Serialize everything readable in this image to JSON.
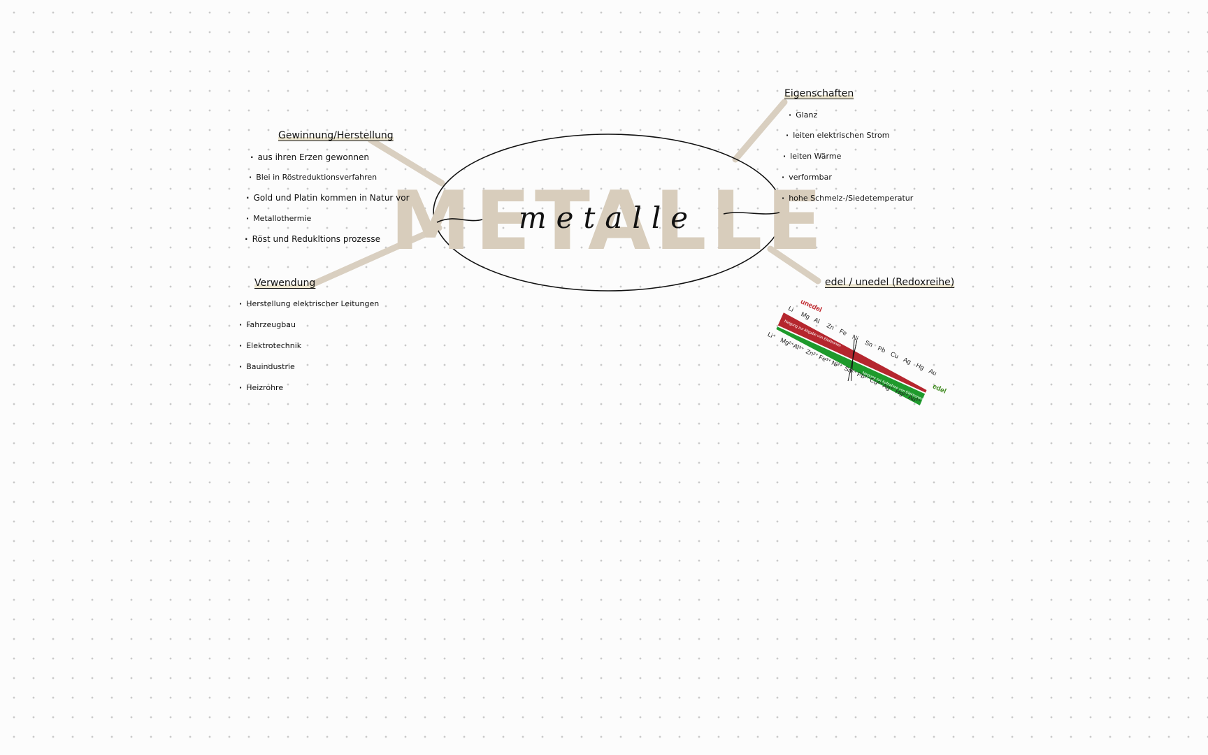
{
  "center": {
    "big_word": "METALLE",
    "script_word": "metalle"
  },
  "branches": {
    "gewinnung": {
      "heading": "Gewinnung/Herstellung",
      "items": [
        "aus ihren Erzen gewonnen",
        "Blei in Röstreduktionsverfahren",
        "Gold und Platin kommen in Natur vor",
        "Metallothermie",
        "Röst und Redukltions prozesse"
      ]
    },
    "verwendung": {
      "heading": "Verwendung",
      "items": [
        "Herstellung elektrischer Leitungen",
        "Fahrzeugbau",
        "Elektrotechnik",
        "Bauindustrie",
        "Heizrohre"
      ]
    },
    "eigenschaften": {
      "heading": "Eigenschaften",
      "items": [
        "Glanz",
        "leiten elektrischen Strom",
        "leiten Wärme",
        "verformbar",
        "hohe Schmelz-/Siedetemperatur"
      ]
    },
    "edel": {
      "heading": "edel / unedel (Redoxreihe)"
    }
  },
  "redox": {
    "label_unedel": "unedel",
    "label_edel": "edel",
    "metals": [
      "Li",
      "Mg",
      "Al",
      "Zn",
      "Fe",
      "Ni",
      "Sn",
      "Pb",
      "Cu",
      "Ag",
      "Hg",
      "Au"
    ],
    "ions": [
      "Li⁺",
      "Mg²⁺",
      "Al³⁺",
      "Zn²⁺",
      "Fe³⁺",
      "Ni²⁺",
      "Sn²⁺",
      "Pb²⁺",
      "Cu²⁺",
      "Ag⁺",
      "Hg²⁺",
      "Au³⁺"
    ],
    "red_band_text": "Neigung zur Abgabe von Elektronen",
    "green_band_text": "Neigung zur Aufnahme von Elektronen",
    "colors": {
      "red": "#b5262e",
      "green": "#1e9a2c",
      "unedel": "#c0262c",
      "edel": "#3f8a1f"
    }
  },
  "colors": {
    "branch": "#d9cfc0",
    "big_word": "#d8cdbc",
    "ink": "#111111"
  }
}
